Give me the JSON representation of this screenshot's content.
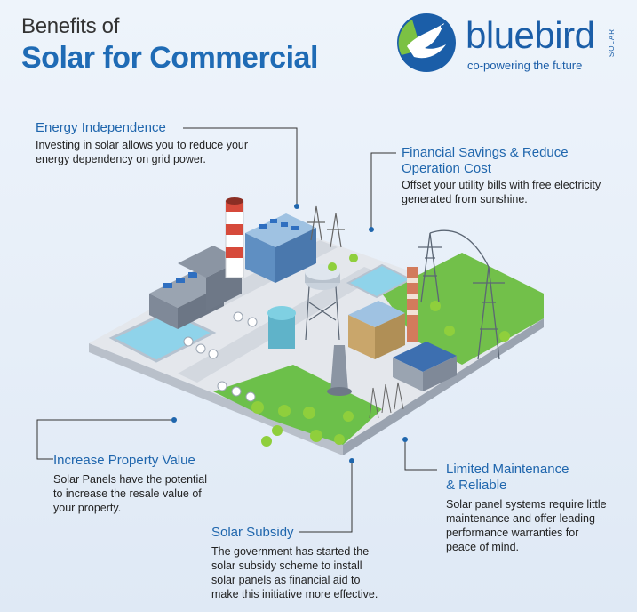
{
  "title": {
    "line1": "Benefits of",
    "line2": "Solar for Commercial"
  },
  "logo": {
    "brand": "bluebird",
    "vertical": "SOLAR",
    "tagline": "co-powering the future"
  },
  "benefits": [
    {
      "heading": "Energy Independence",
      "body": [
        "Investing in solar allows you to reduce your",
        "energy dependency on grid power."
      ]
    },
    {
      "heading": [
        "Financial Savings & Reduce",
        "Operation Cost"
      ],
      "body": [
        "Offset your utility bills with free electricity",
        "generated from sunshine."
      ]
    },
    {
      "heading": "Increase Property Value",
      "body": [
        "Solar Panels have the potential",
        "to increase the resale value of",
        "your property."
      ]
    },
    {
      "heading": [
        "Limited Maintenance",
        "& Reliable"
      ],
      "body": [
        "Solar panel systems require little",
        "maintenance and offer leading",
        "performance warranties for",
        "peace of mind."
      ]
    },
    {
      "heading": "Solar Subsidy",
      "body": [
        "The government has started the",
        "solar subsidy scheme to install",
        "solar panels as financial aid to",
        "make this initiative more effective."
      ]
    }
  ],
  "colors": {
    "accent": "#1f6bb5",
    "ground_green": "#6cc04a",
    "road": "#d9dde3"
  }
}
